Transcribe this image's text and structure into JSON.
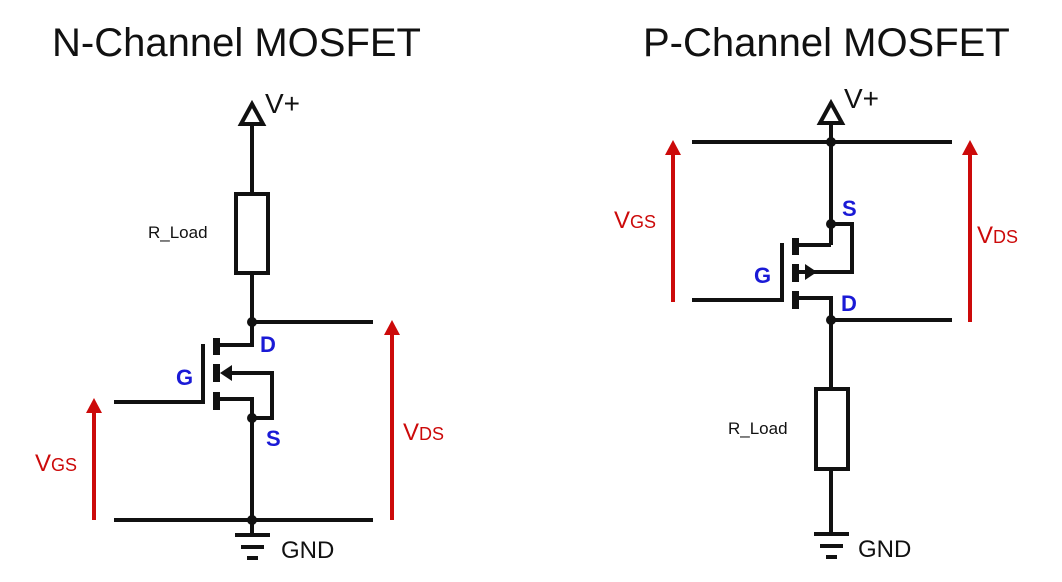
{
  "colors": {
    "wire": "#111111",
    "pin_label": "#1a1ad6",
    "voltage": "#cc0a0a",
    "background": "#ffffff"
  },
  "n_channel": {
    "title": "N-Channel MOSFET",
    "supply_label": "V+",
    "load_label": "R_Load",
    "ground_label": "GND",
    "pins": {
      "drain": "D",
      "gate": "G",
      "source": "S"
    },
    "vgs": {
      "main": "V",
      "sub": "GS"
    },
    "vds": {
      "main": "V",
      "sub": "DS"
    }
  },
  "p_channel": {
    "title": "P-Channel MOSFET",
    "supply_label": "V+",
    "load_label": "R_Load",
    "ground_label": "GND",
    "pins": {
      "drain": "D",
      "gate": "G",
      "source": "S"
    },
    "vgs": {
      "main": "V",
      "sub": "GS"
    },
    "vds": {
      "main": "V",
      "sub": "DS"
    }
  }
}
